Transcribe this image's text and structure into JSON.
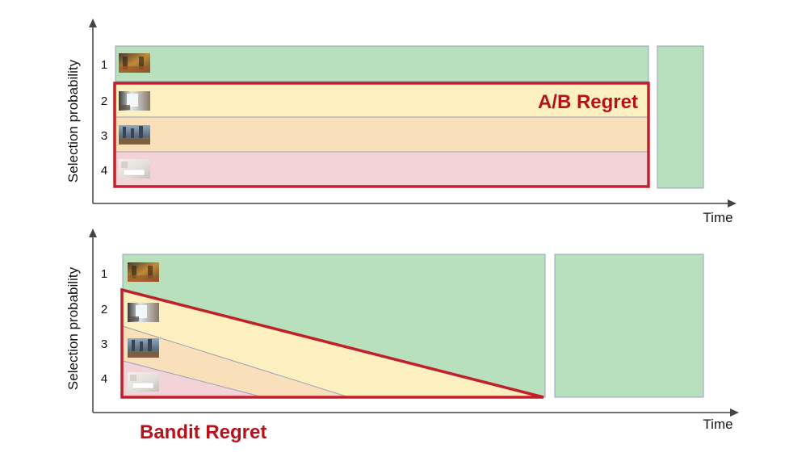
{
  "colors": {
    "arm1": "#b9e0bd",
    "arm2": "#fdf0c0",
    "arm3": "#f9dfba",
    "arm4": "#f3d3d8",
    "regret_outline": "#c0202a",
    "axis": "#444444",
    "divider": "#9aa0b8"
  },
  "top_panel": {
    "ylabel": "Selection probability",
    "xlabel": "Time",
    "rows": [
      "1",
      "2",
      "3",
      "4"
    ],
    "thumbnails": [
      "hotel-lobby-photo",
      "hotel-room-window-photo",
      "hotel-city-view-photo",
      "hotel-bedroom-photo"
    ],
    "regret_label": "A/B Regret"
  },
  "bottom_panel": {
    "ylabel": "Selection probability",
    "xlabel": "Time",
    "rows": [
      "1",
      "2",
      "3",
      "4"
    ],
    "thumbnails": [
      "hotel-lobby-photo",
      "hotel-room-window-photo",
      "hotel-city-view-photo",
      "hotel-bedroom-photo"
    ],
    "regret_label": "Bandit Regret"
  }
}
